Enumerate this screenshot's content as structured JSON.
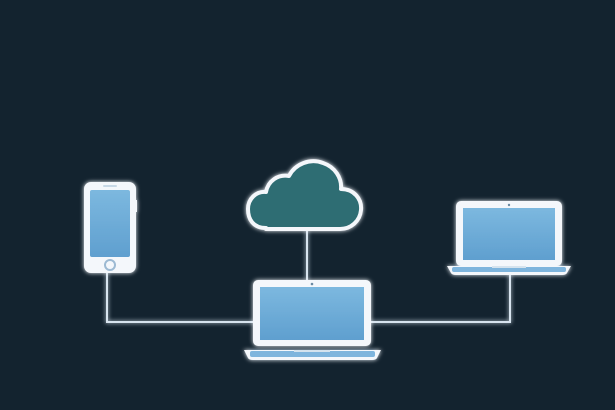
{
  "diagram": {
    "nodes": [
      {
        "id": "cloud",
        "icon": "cloud-icon"
      },
      {
        "id": "phone",
        "icon": "smartphone-icon"
      },
      {
        "id": "center-laptop",
        "icon": "laptop-icon"
      },
      {
        "id": "right-laptop",
        "icon": "laptop-icon"
      }
    ],
    "edges": [
      {
        "from": "cloud",
        "to": "center-laptop"
      },
      {
        "from": "phone",
        "to": "center-laptop"
      },
      {
        "from": "center-laptop",
        "to": "right-laptop"
      }
    ]
  },
  "colors": {
    "background": "#13232f",
    "outline": "#f4f7fb",
    "screen": "#6aaad6",
    "screen_light": "#8cc0e3",
    "cloud_fill": "#2f6d73",
    "connector": "#d7e4ef",
    "glow": "#ffffff"
  }
}
